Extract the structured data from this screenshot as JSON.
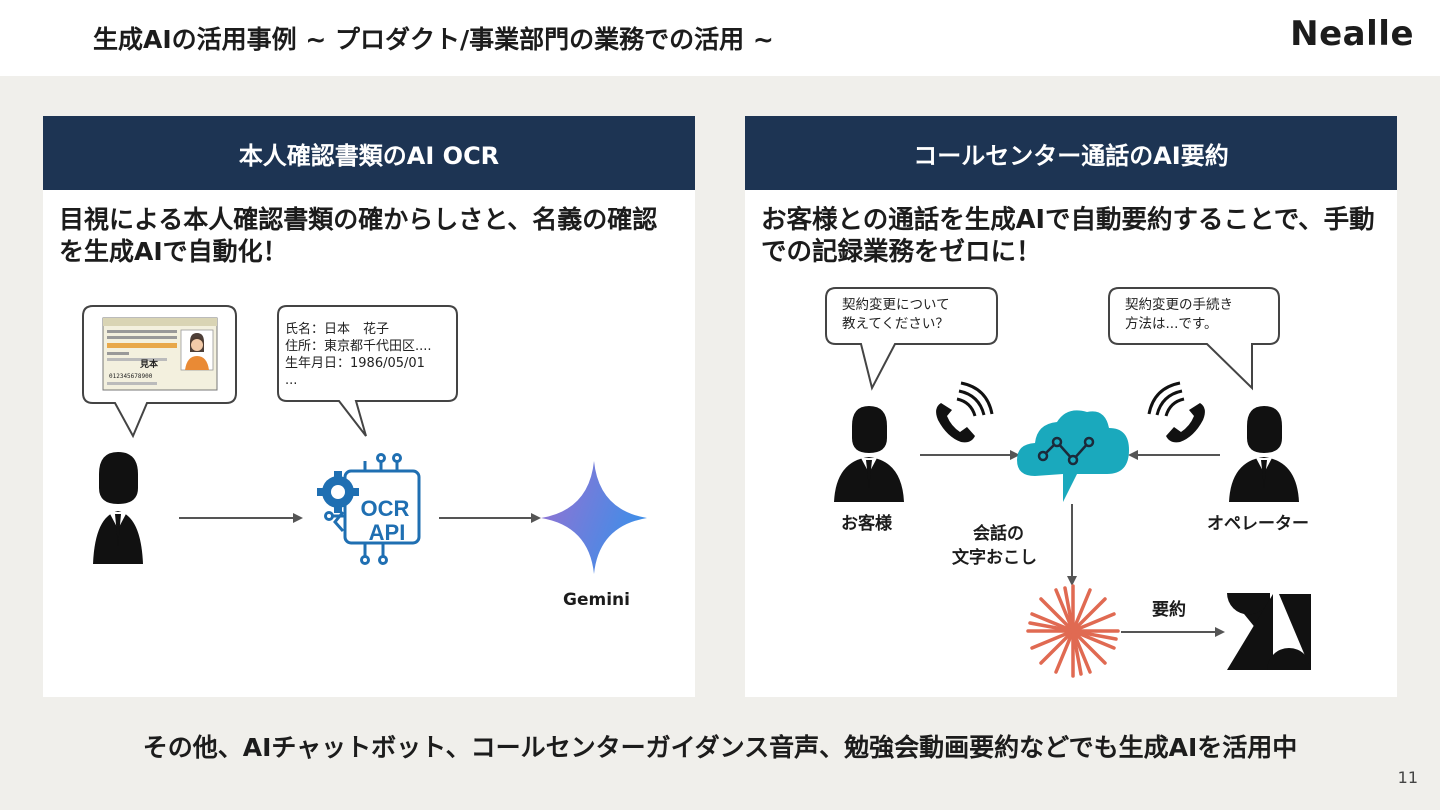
{
  "header": {
    "title": "生成AIの活用事例 ~ プロダクト/事業部門の業務での活用 ~",
    "logo": "Nealle"
  },
  "left_panel": {
    "title": "本人確認書類のAI OCR",
    "lead": "目視による本人確認書類の確からしさと、名義の確認を生成AIで自動化！",
    "id_card": {
      "kanji": "見本",
      "number": "012345678900"
    },
    "ocr_bubble": {
      "line1": "氏名：日本　花子",
      "line2": "住所：東京都千代田区....",
      "line3": "生年月日：1986/05/01",
      "line4": "..."
    },
    "ocr_api_label": "OCR\nAPI",
    "ocr_line1": "OCR",
    "ocr_line2": "API",
    "gemini_label": "Gemini"
  },
  "right_panel": {
    "title": "コールセンター通話のAI要約",
    "lead": "お客様との通話を生成AIで自動要約することで、手動での記録業務をゼロに！",
    "customer_bubble": {
      "line1": "契約変更について",
      "line2": "教えてください？"
    },
    "operator_bubble": {
      "line1": "契約変更の手続き",
      "line2": "方法は...です。"
    },
    "customer_label": "お客様",
    "operator_label": "オペレーター",
    "transcribe_label_1": "会話の",
    "transcribe_label_2": "文字おこし",
    "summary_label": "要約"
  },
  "footer": {
    "text": "その他、AIチャットボット、コールセンターガイダンス音声、勉強会動画要約などでも生成AIを活用中",
    "page_number": "11"
  },
  "colors": {
    "header_bg": "#1d3453",
    "cloud": "#1aa9bd",
    "ocr_blue": "#1f6fb2",
    "gemini_start": "#8a73d6",
    "gemini_end": "#3f8ee8",
    "burst": "#e06a52",
    "page_bg": "#f0efeb"
  }
}
